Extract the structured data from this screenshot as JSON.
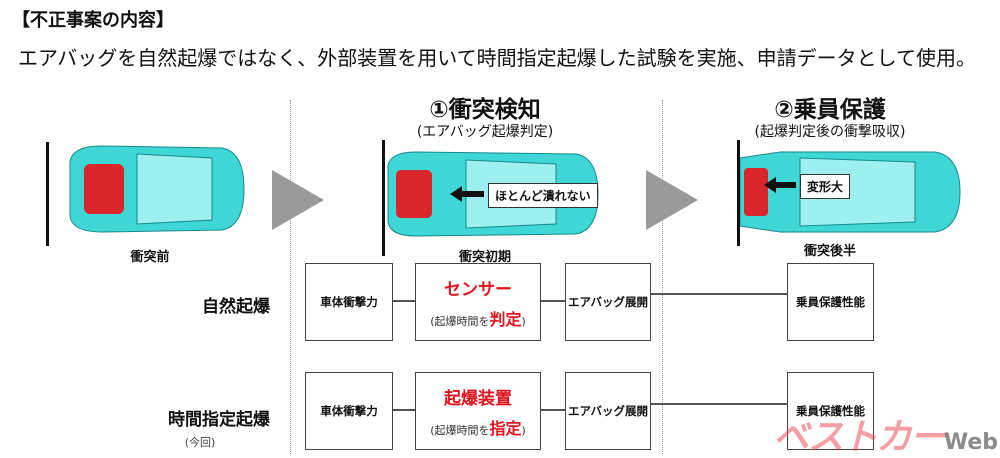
{
  "title": "【不正事案の内容】",
  "subtitle": "エアバッグを自然起爆ではなく、外部装置を用いて時間指定起爆した試験を実施、申請データとして使用。",
  "phase1": {
    "heading": "①衝突検知",
    "sub": "(エアバッグ起爆判定)"
  },
  "phase2": {
    "heading": "②乗員保護",
    "sub": "(起爆判定後の衝撃吸収)"
  },
  "cars": {
    "before": "衝突前",
    "early": "衝突初期",
    "late": "衝突後半",
    "early_tag": "ほとんど潰れない",
    "late_tag": "変形大"
  },
  "rows": [
    {
      "label": "自然起爆",
      "note": "",
      "b1": "車体衝撃力",
      "b2_main": "センサー",
      "b2_pre": "(起爆時間を",
      "b2_em": "判定",
      "b2_post": ")",
      "b3": "エアバッグ展開",
      "b4": "乗員保護性能"
    },
    {
      "label": "時間指定起爆",
      "note": "(今回)",
      "b1": "車体衝撃力",
      "b2_main": "起爆装置",
      "b2_pre": "(起爆時間を",
      "b2_em": "指定",
      "b2_post": ")",
      "b3": "エアバッグ展開",
      "b4": "乗員保護性能"
    }
  ],
  "watermark": {
    "main": "ベストカー",
    "suffix": "Web"
  },
  "colors": {
    "accent": "#e0141e",
    "car": "#3fd6d6",
    "engine": "#d9262b"
  }
}
